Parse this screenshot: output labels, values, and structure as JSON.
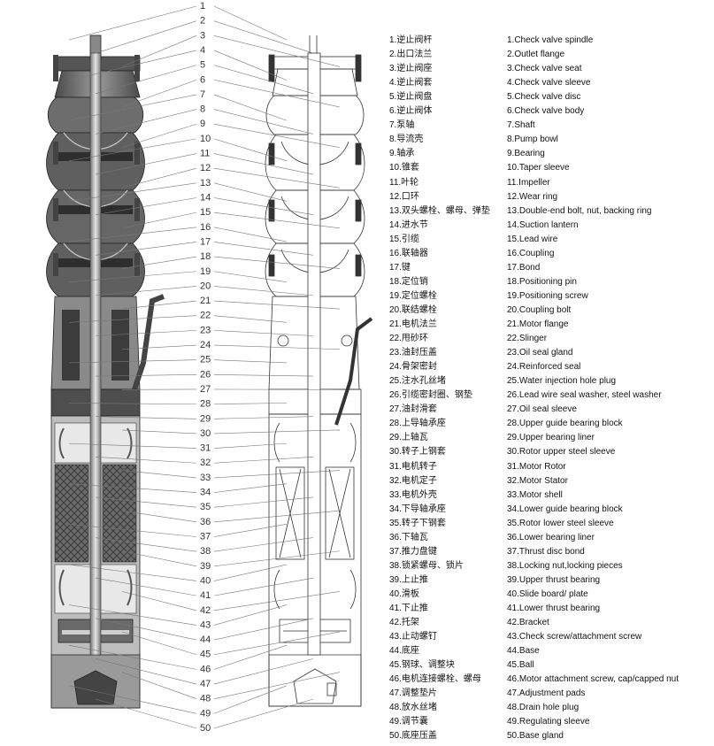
{
  "callouts": [
    "1",
    "2",
    "3",
    "4",
    "5",
    "6",
    "7",
    "8",
    "9",
    "10",
    "11",
    "12",
    "13",
    "14",
    "15",
    "16",
    "17",
    "18",
    "19",
    "20",
    "21",
    "22",
    "23",
    "24",
    "25",
    "26",
    "27",
    "28",
    "29",
    "30",
    "31",
    "32",
    "33",
    "34",
    "35",
    "36",
    "37",
    "38",
    "39",
    "40",
    "41",
    "42",
    "43",
    "44",
    "45",
    "46",
    "47",
    "48",
    "49",
    "50"
  ],
  "parts": [
    {
      "cn": "1.逆止阀杆",
      "en": "1.Check valve spindle"
    },
    {
      "cn": "2.出口法兰",
      "en": "2.Outlet flange"
    },
    {
      "cn": "3.逆止阀座",
      "en": "3.Check valve seat"
    },
    {
      "cn": "4.逆止阀套",
      "en": "4.Check valve sleeve"
    },
    {
      "cn": "5.逆止阀盘",
      "en": "5.Check valve disc"
    },
    {
      "cn": "6.逆止阀体",
      "en": "6.Check valve body"
    },
    {
      "cn": "7.泵轴",
      "en": "7.Shaft"
    },
    {
      "cn": "8.导流壳",
      "en": "8.Pump bowl"
    },
    {
      "cn": "9.轴承",
      "en": "9.Bearing"
    },
    {
      "cn": "10.锥套",
      "en": "10.Taper sleeve"
    },
    {
      "cn": "11.叶轮",
      "en": "11.Impeller"
    },
    {
      "cn": "12.口环",
      "en": "12.Wear ring"
    },
    {
      "cn": "13.双头螺栓、螺母、弹垫",
      "en": "13.Double-end bolt, nut, backing ring"
    },
    {
      "cn": "14.进水节",
      "en": "14.Suction lantern"
    },
    {
      "cn": "15.引缆",
      "en": "15.Lead wire"
    },
    {
      "cn": "16.联轴器",
      "en": "16.Coupling"
    },
    {
      "cn": "17.键",
      "en": "17.Bond"
    },
    {
      "cn": "18.定位销",
      "en": "18.Positioning pin"
    },
    {
      "cn": "19.定位螺栓",
      "en": "19.Positioning screw"
    },
    {
      "cn": "20.联结螺栓",
      "en": "20.Coupling bolt"
    },
    {
      "cn": "21.电机法兰",
      "en": "21.Motor flange"
    },
    {
      "cn": "22.甩砂环",
      "en": "22.Slinger"
    },
    {
      "cn": "23.油封压盖",
      "en": "23.Oil seal gland"
    },
    {
      "cn": "24.骨架密封",
      "en": "24.Reinforced seal"
    },
    {
      "cn": "25.注水孔丝堵",
      "en": "25.Water injection hole plug"
    },
    {
      "cn": "26.引缆密封圈、钢垫",
      "en": "26.Lead wire seal washer, steel washer"
    },
    {
      "cn": "27.油封滑套",
      "en": "27.Oil seal sleeve"
    },
    {
      "cn": "28.上导轴承座",
      "en": "28.Upper guide bearing block"
    },
    {
      "cn": "29.上轴瓦",
      "en": "29.Upper bearing liner"
    },
    {
      "cn": "30.转子上钢套",
      "en": "30.Rotor upper steel sleeve"
    },
    {
      "cn": "31.电机转子",
      "en": "31.Motor Rotor"
    },
    {
      "cn": "32.电机定子",
      "en": "32.Motor Stator"
    },
    {
      "cn": "33.电机外壳",
      "en": "33.Motor shell"
    },
    {
      "cn": "34.下导轴承座",
      "en": "34.Lower guide bearing block"
    },
    {
      "cn": "35.转子下钢套",
      "en": "35.Rotor lower steel sleeve"
    },
    {
      "cn": "36.下轴瓦",
      "en": "36.Lower bearing liner"
    },
    {
      "cn": "37.推力盘键",
      "en": "37.Thrust disc bond"
    },
    {
      "cn": "38.锁紧螺母、锁片",
      "en": "38.Locking nut,locking pieces"
    },
    {
      "cn": "39.上止推",
      "en": "39.Upper thrust bearing"
    },
    {
      "cn": "40.滑板",
      "en": "40.Slide board/ plate"
    },
    {
      "cn": "41.下止推",
      "en": "41.Lower thrust bearing"
    },
    {
      "cn": "42.托架",
      "en": "42.Bracket"
    },
    {
      "cn": "43.止动螺钉",
      "en": "43.Check screw/attachment screw"
    },
    {
      "cn": "44.底座",
      "en": "44.Base"
    },
    {
      "cn": "45.钢球、调整块",
      "en": "45.Ball"
    },
    {
      "cn": "46.电机连接螺栓、螺母",
      "en": "46.Motor attachment screw, cap/capped nut"
    },
    {
      "cn": "47.调整垫片",
      "en": "47.Adjustment pads"
    },
    {
      "cn": "48.放水丝堵",
      "en": "48.Drain hole plug"
    },
    {
      "cn": "49.调节囊",
      "en": "49.Regulating sleeve"
    },
    {
      "cn": "50.底座压盖",
      "en": "50.Base gland"
    }
  ]
}
